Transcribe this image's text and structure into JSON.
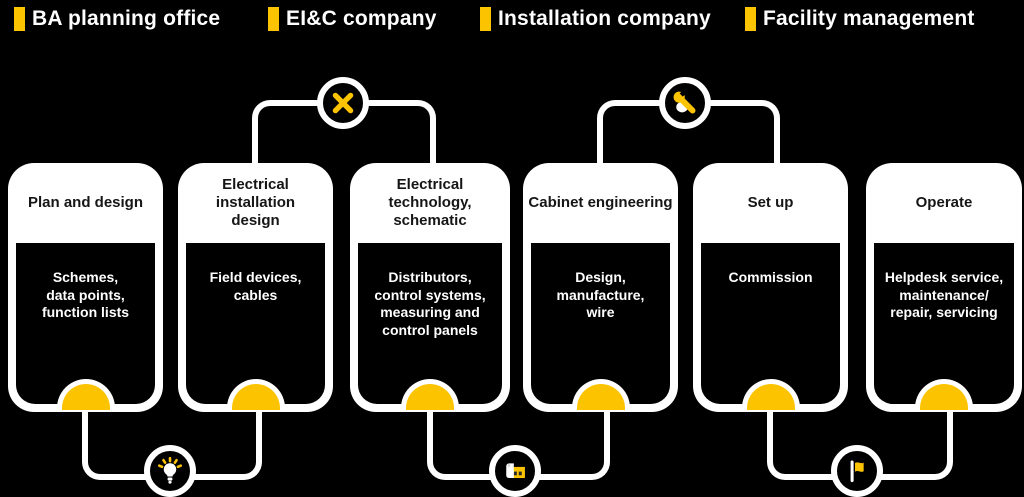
{
  "legend": {
    "items": [
      {
        "label": "BA planning office"
      },
      {
        "label": "EI&C company"
      },
      {
        "label": "Installation company"
      },
      {
        "label": "Facility management"
      }
    ],
    "marker_color": "#FCC400"
  },
  "cards": [
    {
      "title": "Plan and design",
      "body": "Schemes,\ndata points,\nfunction lists"
    },
    {
      "title": "Electrical installation\ndesign",
      "body": "Field devices,\ncables"
    },
    {
      "title": "Electrical technology,\nschematic",
      "body": "Distributors,\ncontrol systems,\nmeasuring and\ncontrol panels"
    },
    {
      "title": "Cabinet engineering",
      "body": "Design,\nmanufacture,\nwire"
    },
    {
      "title": "Set up",
      "body": "Commission"
    },
    {
      "title": "Operate",
      "body": "Helpdesk service,\nmaintenance/\nrepair, servicing"
    }
  ],
  "icons": {
    "top": [
      "crossed-tools-icon",
      "wrench-icon"
    ],
    "bottom": [
      "lightbulb-icon",
      "package-icon",
      "flag-icon"
    ]
  },
  "colors": {
    "accent_yellow": "#FCC400",
    "background": "#000000",
    "card_white": "#FFFFFF",
    "panel_black": "#000000"
  }
}
